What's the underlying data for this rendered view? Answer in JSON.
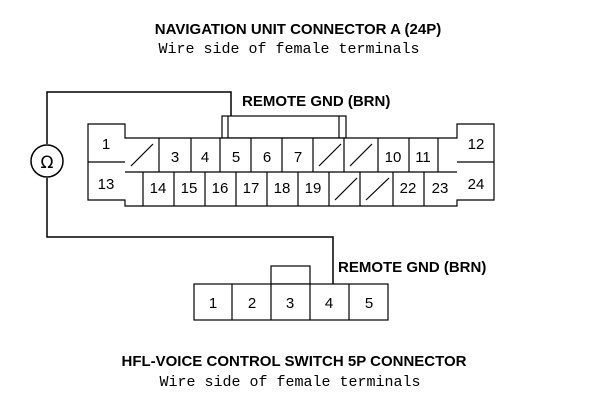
{
  "connector_a": {
    "title": "NAVIGATION UNIT CONNECTOR A (24P)",
    "subtitle": "Wire side of female terminals",
    "ground_label": "REMOTE GND (BRN)",
    "pins": [
      "1",
      "3",
      "4",
      "5",
      "6",
      "7",
      "10",
      "11",
      "12",
      "13",
      "14",
      "15",
      "16",
      "17",
      "18",
      "19",
      "22",
      "23",
      "24"
    ]
  },
  "connector_b": {
    "title": "HFL-VOICE CONTROL SWITCH 5P CONNECTOR",
    "subtitle": "Wire side of female terminals",
    "ground_label": "REMOTE GND (BRN)",
    "pins": [
      "1",
      "2",
      "3",
      "4",
      "5"
    ]
  },
  "meter": {
    "symbol": "Ω",
    "icon": "ohmmeter-icon"
  }
}
